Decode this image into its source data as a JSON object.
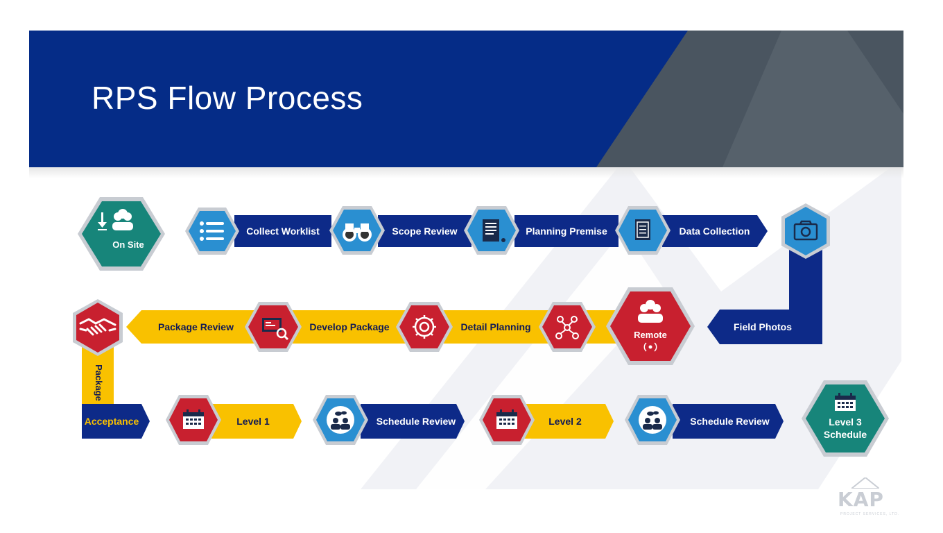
{
  "header": {
    "title": "RPS Flow Process"
  },
  "colors": {
    "header_blue": "#052c87",
    "header_gray": "#4a5560",
    "band_blue": "#0d2a88",
    "band_yellow": "#f9c100",
    "teal": "#17857a",
    "sky": "#2a8fd1",
    "crimson": "#c8202f"
  },
  "row1": {
    "start": {
      "label": "On Site",
      "icon": "users-download-icon"
    },
    "steps": [
      {
        "label": "Collect Worklist",
        "icon": "list-icon"
      },
      {
        "label": "Scope Review",
        "icon": "binoculars-icon"
      },
      {
        "label": "Planning Premise",
        "icon": "scroll-icon"
      },
      {
        "label": "Data Collection",
        "icon": "document-icon"
      }
    ]
  },
  "connector": {
    "icon": "camera-icon",
    "label": "Field Photos"
  },
  "row2": {
    "hub": {
      "label": "Remote",
      "icon": "users-remote-icon"
    },
    "steps": [
      {
        "label": "Detail Planning",
        "icon": "network-icon"
      },
      {
        "label": "Develop Package",
        "icon": "gear-icon"
      },
      {
        "label": "Package Review",
        "icon": "monitor-search-icon"
      }
    ],
    "end_icon": "handshake-icon"
  },
  "row3": {
    "vertical_label": "Package",
    "acceptance_label": "Acceptance",
    "steps": [
      {
        "label": "Level 1",
        "icon": "calendar-icon"
      },
      {
        "label": "Schedule Review",
        "icon": "chat-users-icon"
      },
      {
        "label": "Level 2",
        "icon": "calendar-icon"
      },
      {
        "label": "Schedule Review",
        "icon": "chat-users-icon"
      }
    ],
    "end": {
      "label_line1": "Level 3",
      "label_line2": "Schedule",
      "icon": "calendar-icon"
    }
  },
  "logo": {
    "text": "KAP",
    "subtext": "PROJECT SERVICES, LTD."
  }
}
